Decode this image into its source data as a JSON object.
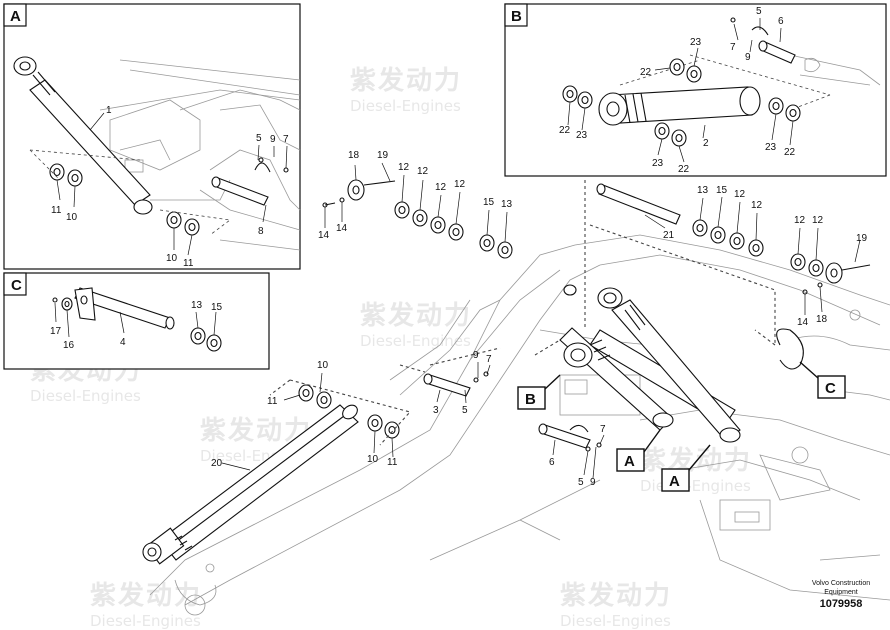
{
  "watermark": {
    "cn": "紫发动力",
    "en": "Diesel-Engines"
  },
  "boxes": {
    "a": {
      "label": "A"
    },
    "b": {
      "label": "B"
    },
    "c": {
      "label": "C"
    }
  },
  "pointers": {
    "b": "B",
    "c": "C",
    "a1": "A",
    "a2": "A"
  },
  "callouts": {
    "a": [
      "1",
      "5",
      "9",
      "7",
      "8",
      "11",
      "10",
      "10",
      "11"
    ],
    "b": [
      "5",
      "6",
      "7",
      "9",
      "23",
      "22",
      "22",
      "23",
      "2",
      "23",
      "22",
      "23",
      "22"
    ],
    "c": [
      "17",
      "16",
      "4",
      "13",
      "15"
    ],
    "main_top": [
      "18",
      "19",
      "14",
      "14",
      "12",
      "12",
      "12",
      "12",
      "15",
      "13"
    ],
    "main_right": [
      "13",
      "15",
      "12",
      "12",
      "21",
      "12",
      "12",
      "19",
      "14",
      "18"
    ],
    "main_mid": [
      "10",
      "11",
      "9",
      "7",
      "3",
      "5",
      "6",
      "7",
      "5",
      "9",
      "20",
      "10",
      "11"
    ]
  },
  "footer": {
    "maker": "Volvo Construction Equipment",
    "docno": "1079958"
  }
}
